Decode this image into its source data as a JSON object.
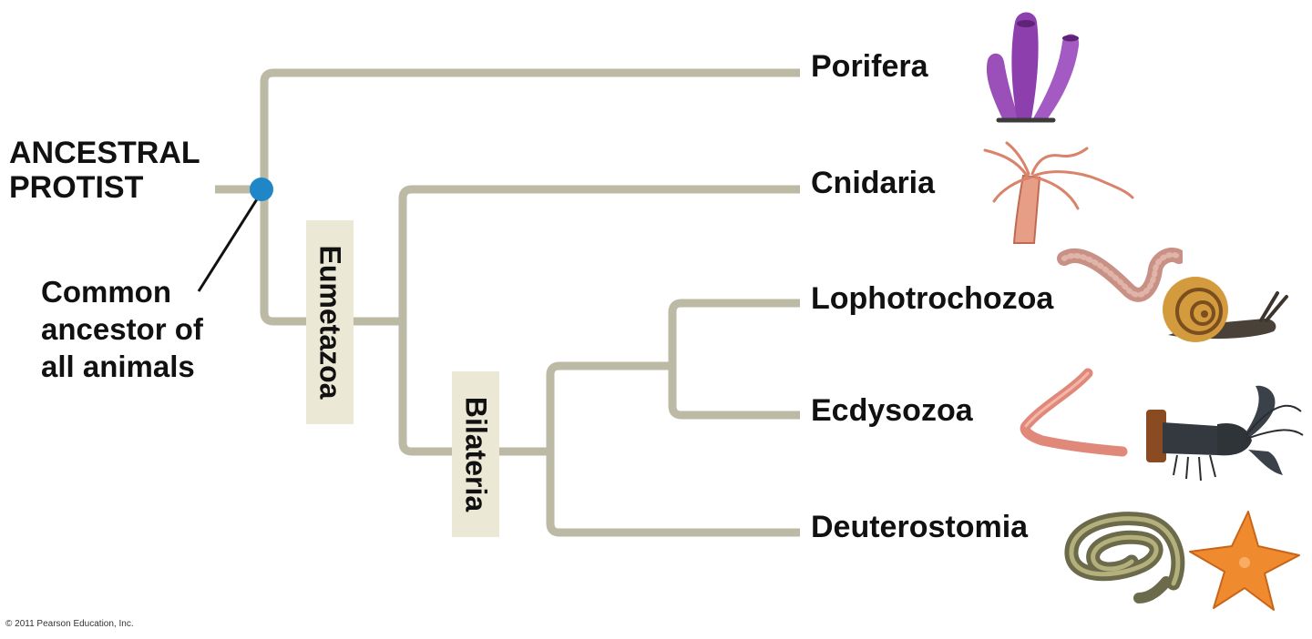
{
  "root": {
    "line1": "ANCESTRAL",
    "line2": "PROTIST"
  },
  "common_ancestor": {
    "line1": "Common",
    "line2": "ancestor of",
    "line3": "all animals"
  },
  "clades": {
    "eumetazoa": "Eumetazoa",
    "bilateria": "Bilateria"
  },
  "taxa": [
    "Porifera",
    "Cnidaria",
    "Lophotrochozoa",
    "Ecdysozoa",
    "Deuterostomia"
  ],
  "illustrations": [
    "sponge-icon",
    "hydra-icon",
    "segmented-worm-icon",
    "snail-icon",
    "nematode-icon",
    "lobster-icon",
    "snake-icon",
    "sea-star-icon"
  ],
  "colors": {
    "branch": "#bcbaa5",
    "node": "#1f87c8",
    "clade_box": "#ece8d6"
  },
  "credit": "© 2011 Pearson Education, Inc."
}
